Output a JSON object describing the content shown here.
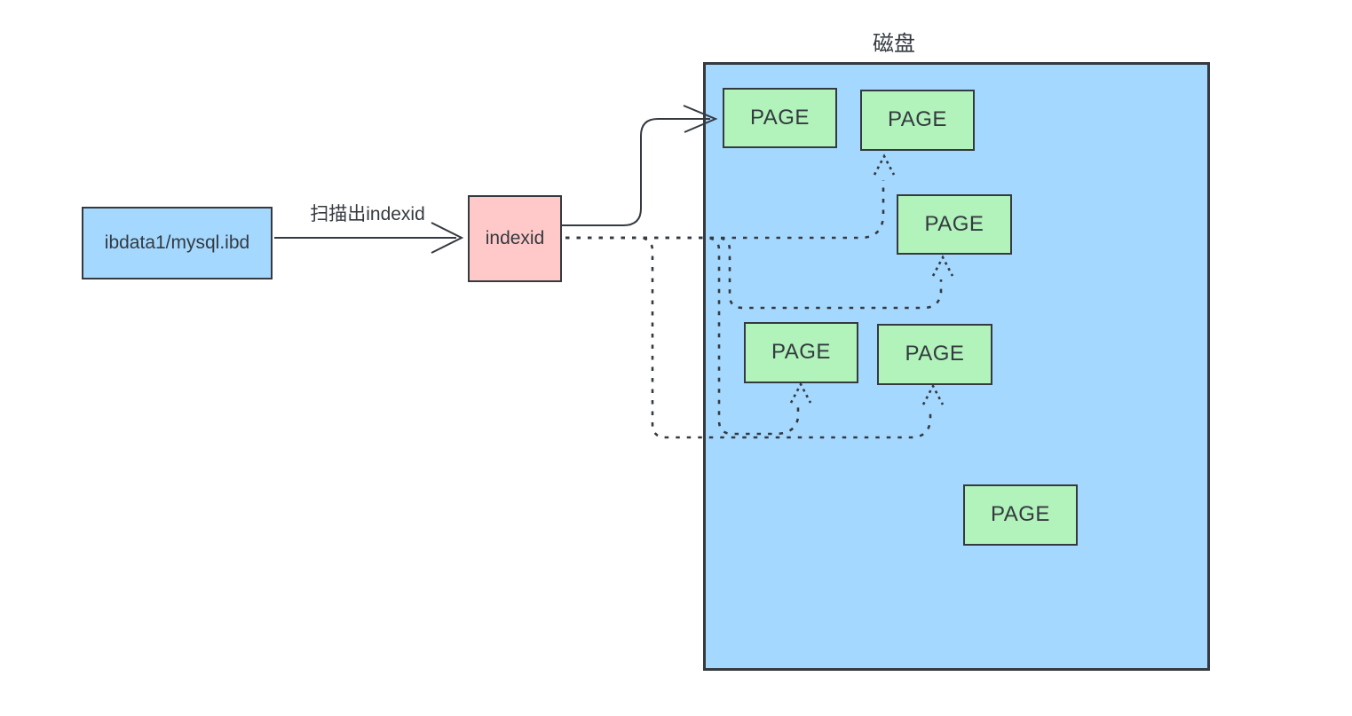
{
  "diagram": {
    "disk_title": "磁盘",
    "scan_arrow_label": "扫描出indexid",
    "source_node": {
      "label": "ibdata1/mysql.ibd"
    },
    "index_node": {
      "label": "indexid"
    },
    "pages": [
      {
        "label": "PAGE"
      },
      {
        "label": "PAGE"
      },
      {
        "label": "PAGE"
      },
      {
        "label": "PAGE"
      },
      {
        "label": "PAGE"
      },
      {
        "label": "PAGE"
      }
    ],
    "colors": {
      "node_blue": "#a5d8ff",
      "node_green": "#b2f2bb",
      "node_pink": "#ffc9c9",
      "stroke": "#343a40",
      "background": "#ffffff"
    }
  }
}
